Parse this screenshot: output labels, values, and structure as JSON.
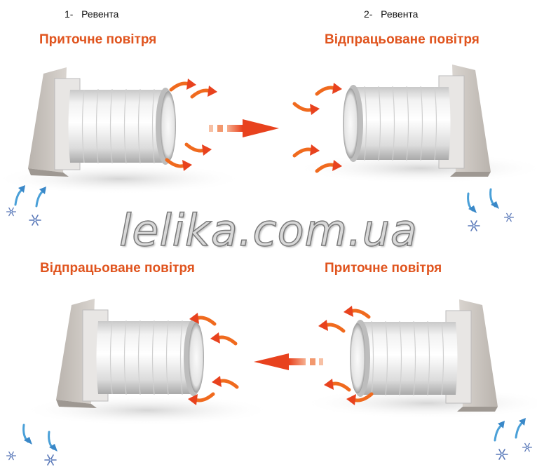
{
  "top_left": {
    "cycle": "1-   Ревента",
    "title": "Приточне повітря"
  },
  "top_right": {
    "cycle": "2-   Ревента",
    "title": "Відпрацьоване повітря"
  },
  "bottom_left": {
    "title": "Відпрацьоване повітря"
  },
  "bottom_right": {
    "title": "Приточне повітря"
  },
  "watermark": "lelika.com.ua",
  "colors": {
    "title": "#e0541e",
    "arrow_warm": "#f06a1e",
    "arrow_cold": "#4aa0d8",
    "snowflake": "#5a78b8"
  },
  "icons": [
    "fan-unit",
    "dashed-arrow-right",
    "dashed-arrow-left",
    "warm-air-arrow",
    "cold-air-arrow",
    "snowflake-icon"
  ]
}
